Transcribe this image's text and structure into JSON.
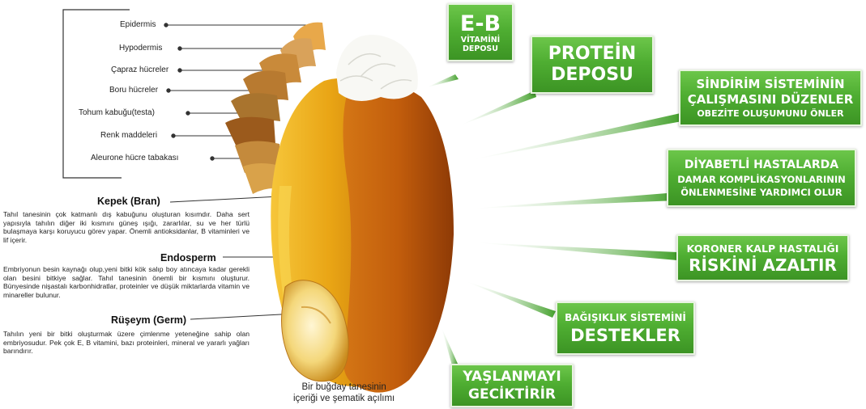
{
  "layers": [
    "Epidermis",
    "Hypodermis",
    "Çapraz hücreler",
    "Boru hücreler",
    "Tohum kabuğu(testa)",
    "Renk maddeleri",
    "Aleurone hücre tabakası"
  ],
  "sections": {
    "bran": {
      "title": "Kepek (Bran)",
      "text": "Tahıl tanesinin çok katmanlı dış kabuğunu oluşturan kısımdır. Daha sert yapısıyla tahılın diğer iki kısmını güneş ışığı, zararlılar, su ve her türlü bulaşmaya karşı koruyucu görev yapar. Önemli antioksidanlar, B vitaminleri ve lif içerir."
    },
    "endosperm": {
      "title": "Endosperm",
      "text": "Embriyonun besin kaynağı olup,yeni bitki kök salıp boy atıncaya kadar gerekli olan besini bitkiye sağlar. Tahıl tanesinin önemli bir kısmını oluşturur. Bünyesinde nişastalı karbonhidratlar, proteinler ve düşük miktarlarda vitamin ve minareller bulunur."
    },
    "germ": {
      "title": "Rüşeym (Germ)",
      "text": "Tahılın yeni bir bitki oluşturmak üzere çimlenme yeteneğine sahip olan embriyosudur. Pek çok E, B vitamini, bazı proteinleri, mineral ve yararlı yağları barındırır."
    }
  },
  "caption": [
    "Bir buğday tanesinin",
    "içeriği ve şematik açılımı"
  ],
  "benefits": {
    "b1": [
      "E-B",
      "VİTAMİNİ",
      "DEPOSU"
    ],
    "b2": [
      "PROTEİN",
      "DEPOSU"
    ],
    "b3": [
      "SİNDİRİM SİSTEMİNİN",
      "ÇALIŞMASINI DÜZENLER",
      "OBEZİTE OLUŞUMUNU ÖNLER"
    ],
    "b4": [
      "DİYABETLİ HASTALARDA",
      "DAMAR KOMPLİKASYONLARININ",
      "ÖNLENMESİNE YARDIMCI OLUR"
    ],
    "b5": [
      "KORONER KALP HASTALIĞI",
      "RİSKİNİ AZALTIR"
    ],
    "b6": [
      "BAĞIŞIKLIK SİSTEMİNİ",
      "DESTEKLER"
    ],
    "b7": [
      "YAŞLANMAYI",
      "GECİKTİRİR"
    ]
  },
  "colors": {
    "green": "#4fae32",
    "grain_orange": "#c8640f",
    "grain_yellow": "#f2b420",
    "germ": "#f7dc8a"
  }
}
